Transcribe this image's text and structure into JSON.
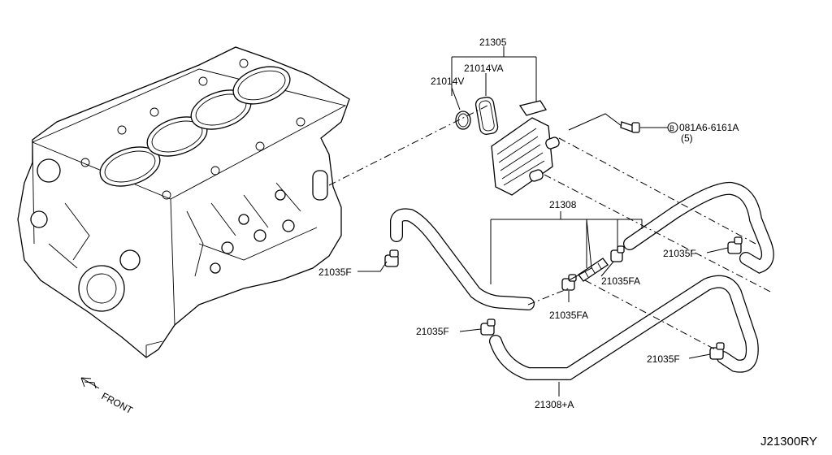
{
  "labels": {
    "oil_cooler_assy": "21305",
    "gasket_a": "21014VA",
    "gasket": "21014V",
    "bolt": "081A6-6161A",
    "bolt_qty": "(5)",
    "bolt_marker": "B",
    "hose_set": "21308",
    "hose_a": "21308+A",
    "clamp_f_left": "21035F",
    "clamp_f_right": "21035F",
    "clamp_f_mid": "21035F",
    "clamp_f_lower": "21035F",
    "clamp_fa_right": "21035FA",
    "clamp_fa_lower": "21035FA",
    "front": "FRONT",
    "diagram_ref": "J21300RY"
  }
}
